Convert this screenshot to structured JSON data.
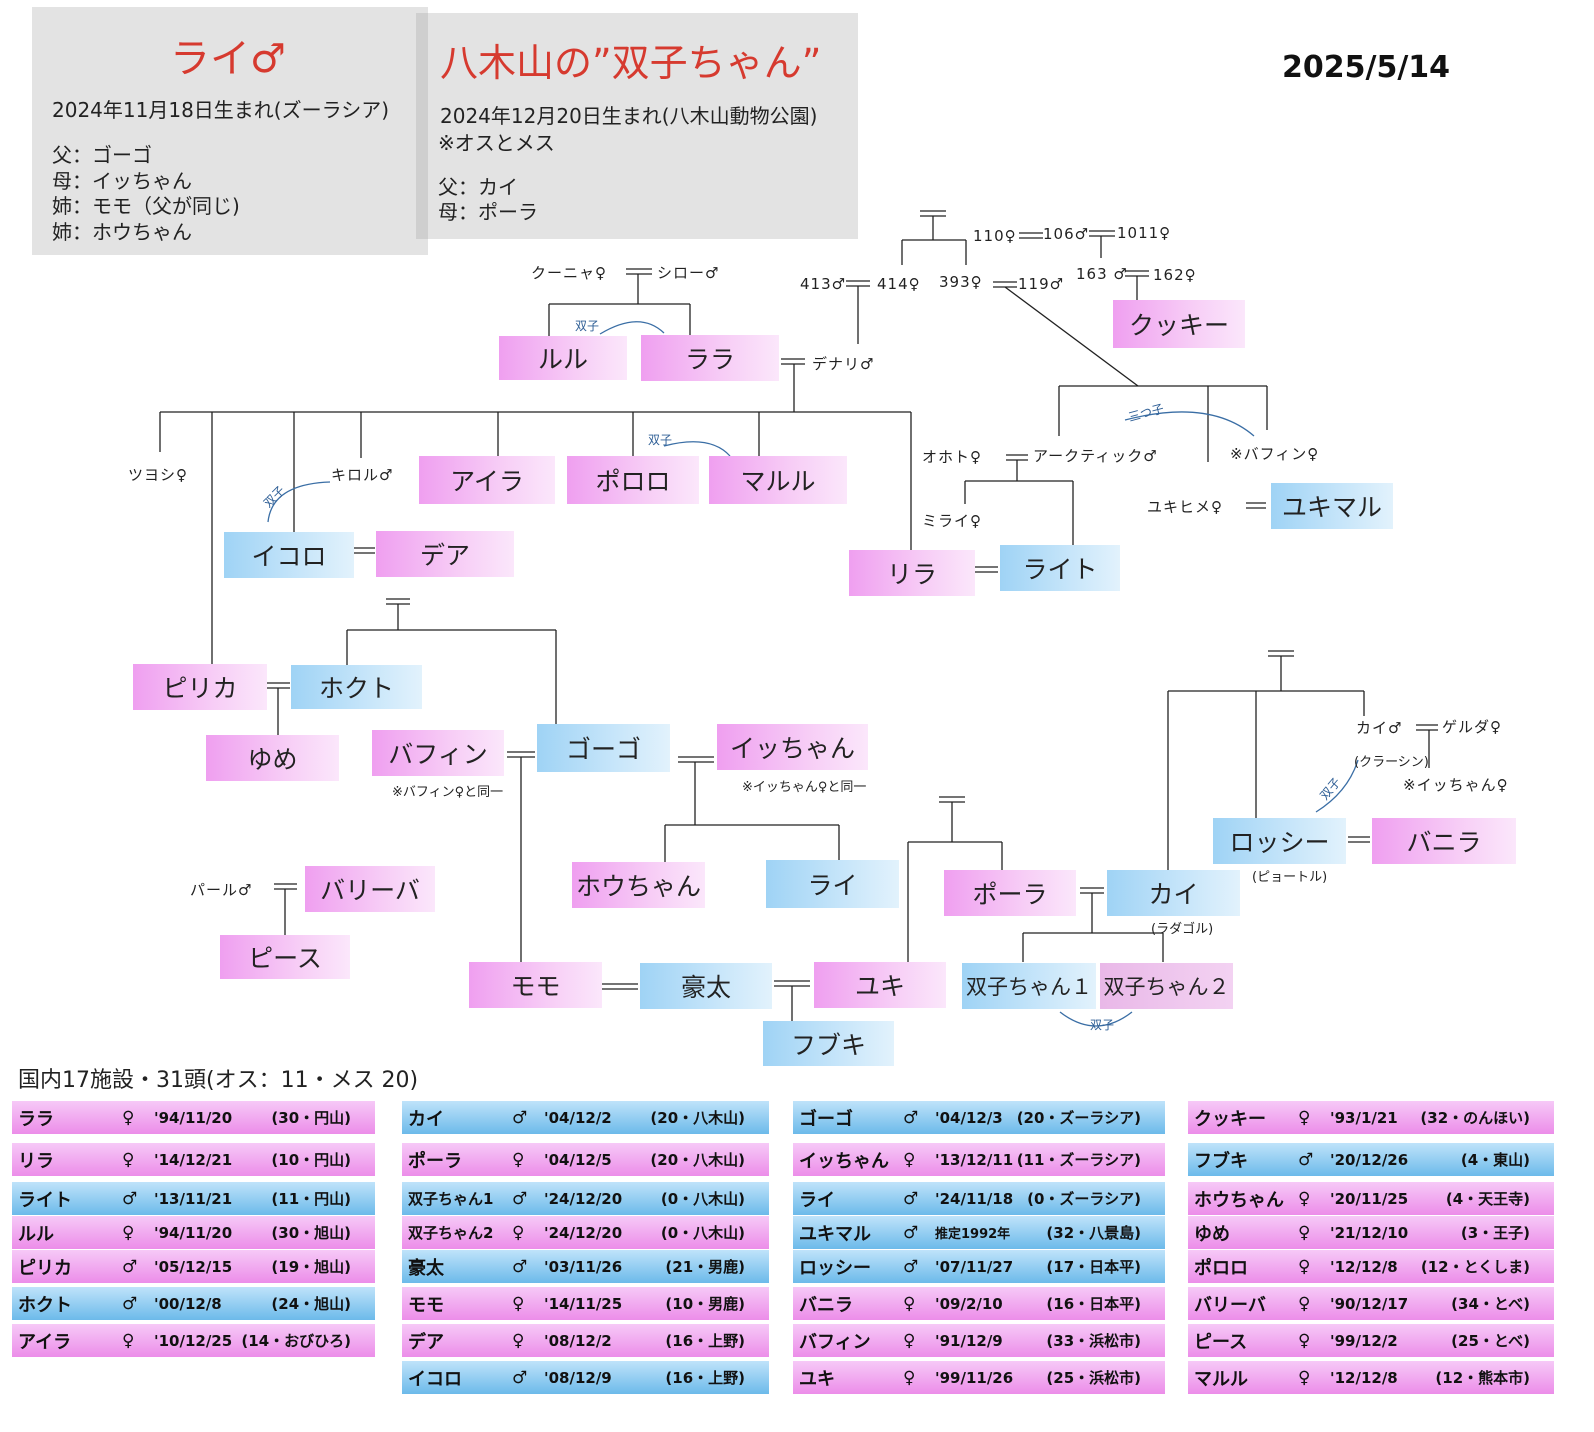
{
  "header": {
    "rai_title": "ライ♂",
    "rai_birth": "2024年11月18日生まれ(ズーラシア)",
    "rai_father": "父：ゴーゴ",
    "rai_mother": "母：イッちゃん",
    "rai_sister1": "姉：モモ（父が同じ)",
    "rai_sister2": "姉：ホウちゃん",
    "twins_title": "八木山の”双子ちゃん”",
    "twins_birth": "2024年12月20日生まれ(八木山動物公園)",
    "twins_note": "※オスとメス",
    "twins_father": "父：カイ",
    "twins_mother": "母：ポーラ",
    "date": "2025/5/14"
  },
  "tree": {
    "boxes": {
      "ruru": "ルル",
      "rara": "ララ",
      "aira": "アイラ",
      "pororo": "ポロロ",
      "maruru": "マルル",
      "ikoro": "イコロ",
      "dea": "デア",
      "rira": "リラ",
      "raito": "ライト",
      "yukimaru": "ユキマル",
      "kukki": "クッキー",
      "pirika": "ピリカ",
      "hokuto": "ホクト",
      "yume": "ゆめ",
      "bafin": "バフィン",
      "gogo": "ゴーゴ",
      "icchan": "イッちゃん",
      "houchan": "ホウちゃん",
      "rai": "ライ",
      "poora": "ポーラ",
      "kai": "カイ",
      "rosshi": "ロッシー",
      "banira": "バニラ",
      "bariiba": "バリーバ",
      "piisu": "ピース",
      "momo": "モモ",
      "gota": "豪太",
      "yuki": "ユキ",
      "futago1": "双子ちゃん１",
      "futago2": "双子ちゃん２",
      "fubuki": "フブキ"
    },
    "labels": {
      "kuunya": "クーニャ♀",
      "shiro": "シロー♂",
      "denari": "デナリ♂",
      "tsuyoshi": "ツヨシ♀",
      "kiroru": "キロル♂",
      "l413": "413♂",
      "l414": "414♀",
      "l393": "393♀",
      "l119": "119♂",
      "l110": "110♀",
      "l106": "106♂",
      "l1011": "1011♀",
      "l163": "163 ♂",
      "l162": "162♀",
      "otoho": "オホト♀",
      "arctic": "アークティック♂",
      "bafin_f": "※バフィン♀",
      "mirai": "ミライ♀",
      "yukihime": "ユキヒメ♀",
      "paaru": "パール♂",
      "kai_m": "カイ♂",
      "geruda": "ゲルダ♀",
      "icchan_f": "※イッちゃん♀"
    },
    "notes": {
      "bafin_same": "※バフィン♀と同一",
      "icchan_same": "※イッちゃん♀と同一",
      "krasin": "(クラーシン)",
      "pyotol": "(ピョートル)",
      "radagol": "(ラダゴル)"
    },
    "twin_marks": {
      "futago": "双子",
      "mitsugo": "三つ子"
    }
  },
  "summary": "国内17施設・31頭(オス：11・メス 20)",
  "table": {
    "columns": [
      [
        {
          "name": "ララ",
          "sex": "♀",
          "birth": "'94/11/20",
          "place": "(30・円山)",
          "color": "f"
        },
        {
          "name": "リラ",
          "sex": "♀",
          "birth": "'14/12/21",
          "place": "(10・円山)",
          "color": "f"
        },
        {
          "name": "ライト",
          "sex": "♂",
          "birth": "'13/11/21",
          "place": "(11・円山)",
          "color": "m"
        },
        {
          "name": "ルル",
          "sex": "♀",
          "birth": "'94/11/20",
          "place": "(30・旭山)",
          "color": "f"
        },
        {
          "name": "ピリカ",
          "sex": "♂",
          "birth": "'05/12/15",
          "place": "(19・旭山)",
          "color": "f"
        },
        {
          "name": "ホクト",
          "sex": "♂",
          "birth": "'00/12/8",
          "place": "(24・旭山)",
          "color": "m"
        },
        {
          "name": "アイラ",
          "sex": "♀",
          "birth": "'10/12/25",
          "place": "(14・おびひろ)",
          "color": "f"
        }
      ],
      [
        {
          "name": "カイ",
          "sex": "♂",
          "birth": "'04/12/2",
          "place": "(20・八木山)",
          "color": "m"
        },
        {
          "name": "ポーラ",
          "sex": "♀",
          "birth": "'04/12/5",
          "place": "(20・八木山)",
          "color": "f"
        },
        {
          "name": "双子ちゃん1",
          "sex": "♂",
          "birth": "'24/12/20",
          "place": "(0・八木山)",
          "color": "m"
        },
        {
          "name": "双子ちゃん2",
          "sex": "♀",
          "birth": "'24/12/20",
          "place": "(0・八木山)",
          "color": "f"
        },
        {
          "name": "豪太",
          "sex": "♂",
          "birth": "'03/11/26",
          "place": "(21・男鹿)",
          "color": "m"
        },
        {
          "name": "モモ",
          "sex": "♀",
          "birth": "'14/11/25",
          "place": "(10・男鹿)",
          "color": "f"
        },
        {
          "name": "デア",
          "sex": "♀",
          "birth": "'08/12/2",
          "place": "(16・上野)",
          "color": "f"
        },
        {
          "name": "イコロ",
          "sex": "♂",
          "birth": "'08/12/9",
          "place": "(16・上野)",
          "color": "m"
        }
      ],
      [
        {
          "name": "ゴーゴ",
          "sex": "♂",
          "birth": "'04/12/3",
          "place": "(20・ズーラシア)",
          "color": "m"
        },
        {
          "name": "イッちゃん",
          "sex": "♀",
          "birth": "'13/12/11",
          "place": "(11・ズーラシア)",
          "color": "f"
        },
        {
          "name": "ライ",
          "sex": "♂",
          "birth": "'24/11/18",
          "place": "(0・ズーラシア)",
          "color": "m"
        },
        {
          "name": "ユキマル",
          "sex": "♂",
          "birth": "推定1992年",
          "place": "(32・八景島)",
          "color": "m"
        },
        {
          "name": "ロッシー",
          "sex": "♂",
          "birth": "'07/11/27",
          "place": "(17・日本平)",
          "color": "m"
        },
        {
          "name": "バニラ",
          "sex": "♀",
          "birth": "'09/2/10",
          "place": "(16・日本平)",
          "color": "f"
        },
        {
          "name": "バフィン",
          "sex": "♀",
          "birth": "'91/12/9",
          "place": "(33・浜松市)",
          "color": "f"
        },
        {
          "name": "ユキ",
          "sex": "♀",
          "birth": "'99/11/26",
          "place": "(25・浜松市)",
          "color": "f"
        }
      ],
      [
        {
          "name": "クッキー",
          "sex": "♀",
          "birth": "'93/1/21",
          "place": "(32・のんほい)",
          "color": "f"
        },
        {
          "name": "フブキ",
          "sex": "♂",
          "birth": "'20/12/26",
          "place": "(4・東山)",
          "color": "m"
        },
        {
          "name": "ホウちゃん",
          "sex": "♀",
          "birth": "'20/11/25",
          "place": "(4・天王寺)",
          "color": "f"
        },
        {
          "name": "ゆめ",
          "sex": "♀",
          "birth": "'21/12/10",
          "place": "(3・王子)",
          "color": "f"
        },
        {
          "name": "ポロロ",
          "sex": "♀",
          "birth": "'12/12/8",
          "place": "(12・とくしま)",
          "color": "f"
        },
        {
          "name": "バリーバ",
          "sex": "♀",
          "birth": "'90/12/17",
          "place": "(34・とべ)",
          "color": "f"
        },
        {
          "name": "ピース",
          "sex": "♀",
          "birth": "'99/12/2",
          "place": "(25・とべ)",
          "color": "f"
        },
        {
          "name": "マルル",
          "sex": "♀",
          "birth": "'12/12/8",
          "place": "(12・熊本市)",
          "color": "f"
        }
      ]
    ]
  }
}
